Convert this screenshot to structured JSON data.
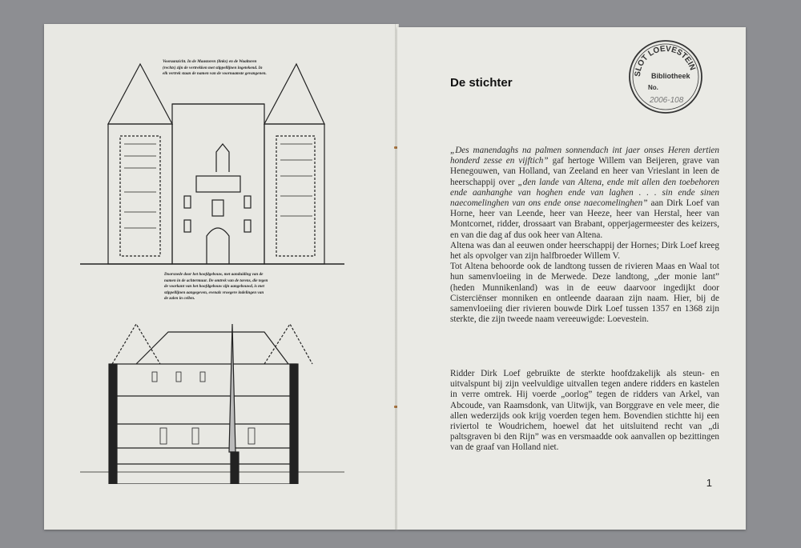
{
  "left_page": {
    "caption_front": "Vooraanzicht. In de Maastoren (links) en de Waaltoren (rechts) zijn de vertrekken met stippellijnen ingetekend. In elk vertrek staan de namen van de voornaamste gevangenen.",
    "caption_section": "Doorsnede door het hoofdgebouw, met aanduiding van de namen in de achtermuur. De omtrek van de torens, die tegen de voorkant van het hoofdgebouw zijn aangebouwd, is met stippellijnen aangegeven, evenals vroegere indelingen van de zalen in cellen."
  },
  "right_page": {
    "title": "De stichter",
    "stamp": {
      "top": "SLOT LOEVESTEIN",
      "middle": "Bibliotheek",
      "no_label": "No.",
      "number": "2006-108"
    },
    "para1_quote1": "„Des manendaghs na palmen sonnendach int jaer onses Heren dertien honderd zesse en vijftich”",
    "para1_text1": " gaf hertoge Willem van Beijeren, grave van Henegouwen, van Holland, van Zeeland en heer van Vrieslant in leen de heerschappij over ",
    "para1_quote2": "„den lande van Altena, ende mit allen den toebehoren ende aanhanghe van hoghen ende van laghen . . . sin ende sinen naecomelinghen van ons ende onse naecomelinghen”",
    "para1_text2": " aan Dirk Loef van Horne, heer van Leende, heer van Heeze, heer van Herstal, heer van Montcornet, ridder, drossaart van Brabant, opperjagermeester des keizers, en van die dag af dus ook heer van Altena.",
    "para2": "Altena was dan al eeuwen onder heerschappij der Hornes; Dirk Loef kreeg het als opvolger van zijn halfbroeder Willem V.",
    "para3": "Tot Altena behoorde ook de landtong tussen de rivieren Maas en Waal tot hun samenvloeiing in de Merwede. Deze landtong, „der monie lant” (heden Munnikenland) was in de eeuw daarvoor ingedijkt door Cisterciënser monniken en ontleende daaraan zijn naam. Hier, bij de samenvloeiing dier rivieren bouwde Dirk Loef tussen 1357 en 1368 zijn sterkte, die zijn tweede naam vereeuwigde: Loevestein.",
    "para4": "Ridder Dirk Loef gebruikte de sterkte hoofdzakelijk als steun- en uitvalspunt bij zijn veelvuldige uitvallen tegen andere ridders en kastelen in verre omtrek. Hij voerde „oorlog” tegen de ridders van Arkel, van Abcoude, van Raamsdonk, van Uitwijk, van Borggrave en vele meer, die allen wederzijds ook krijg voerden tegen hem. Bovendien stichtte hij een riviertol te Woudrichem, hoewel dat het uitsluitend recht van „di paltsgraven bi den Rijn” was en versmaadde ook aanvallen op bezittingen van de graaf van Holland niet.",
    "page_number": "1"
  }
}
